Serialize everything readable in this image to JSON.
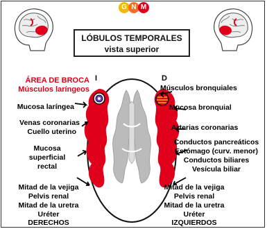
{
  "logo": {
    "letters": [
      "G",
      "N",
      "M"
    ],
    "colors": [
      "#f5b800",
      "#f07020",
      "#e0001b"
    ]
  },
  "title": {
    "line1": "LÓBULOS TEMPORALES",
    "line2": "vista superior"
  },
  "side_left": "I",
  "side_right": "D",
  "left_labels": {
    "broca_1": "ÁREA DE BROCA",
    "broca_2": "Músculos laríngeos",
    "mucosa_laringea": "Mucosa laríngea",
    "venas_1": "Venas coronarias",
    "venas_2": "Cuello uterino",
    "mucosa_sup_1": "Mucosa",
    "mucosa_sup_2": "superficial",
    "mucosa_sup_3": "rectal",
    "bottom_1": "Mitad de la vejiga",
    "bottom_2": "Pelvis renal",
    "bottom_3": "Mitad de la uretra",
    "bottom_4": "Uréter",
    "bottom_5": "DERECHOS"
  },
  "right_labels": {
    "musc_bronq": "Músculos bronquiales",
    "mucosa_bronq": "Mucosa bronquial",
    "art_coron": "Arterias coronarias",
    "cond_1": "Conductos pancreáticos",
    "cond_2": "Estómago (curv. menor)",
    "cond_3": "Conductos biliares",
    "cond_4": "Vesícula biliar",
    "bottom_1": "Mitad de la vejiga",
    "bottom_2": "Pelvis renal",
    "bottom_3": "Mitad de la uretra",
    "bottom_4": "Uréter",
    "bottom_5": "IZQUIERDOS"
  },
  "colors": {
    "red": "#e0001b",
    "gray": "#b8b8b8",
    "orange": "#f07020"
  }
}
